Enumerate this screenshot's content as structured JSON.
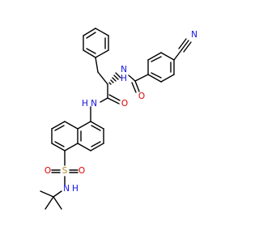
{
  "molecule": {
    "atoms": {
      "cyano_n": "N",
      "amide_nh_top": "N",
      "amide_h_top": "H",
      "amide_o_top": "O",
      "amide_nh_mid": "N",
      "amide_h_mid": "H",
      "amide_o_mid": "O",
      "sulfonyl_s": "S",
      "sulfonyl_o_left": "O",
      "sulfonyl_o_right": "O",
      "sulfonamide_n": "N",
      "sulfonamide_h": "H"
    },
    "colors": {
      "carbon": "#000000",
      "nitrogen": "#1010e0",
      "oxygen": "#e00000",
      "sulfur": "#b09020"
    }
  }
}
